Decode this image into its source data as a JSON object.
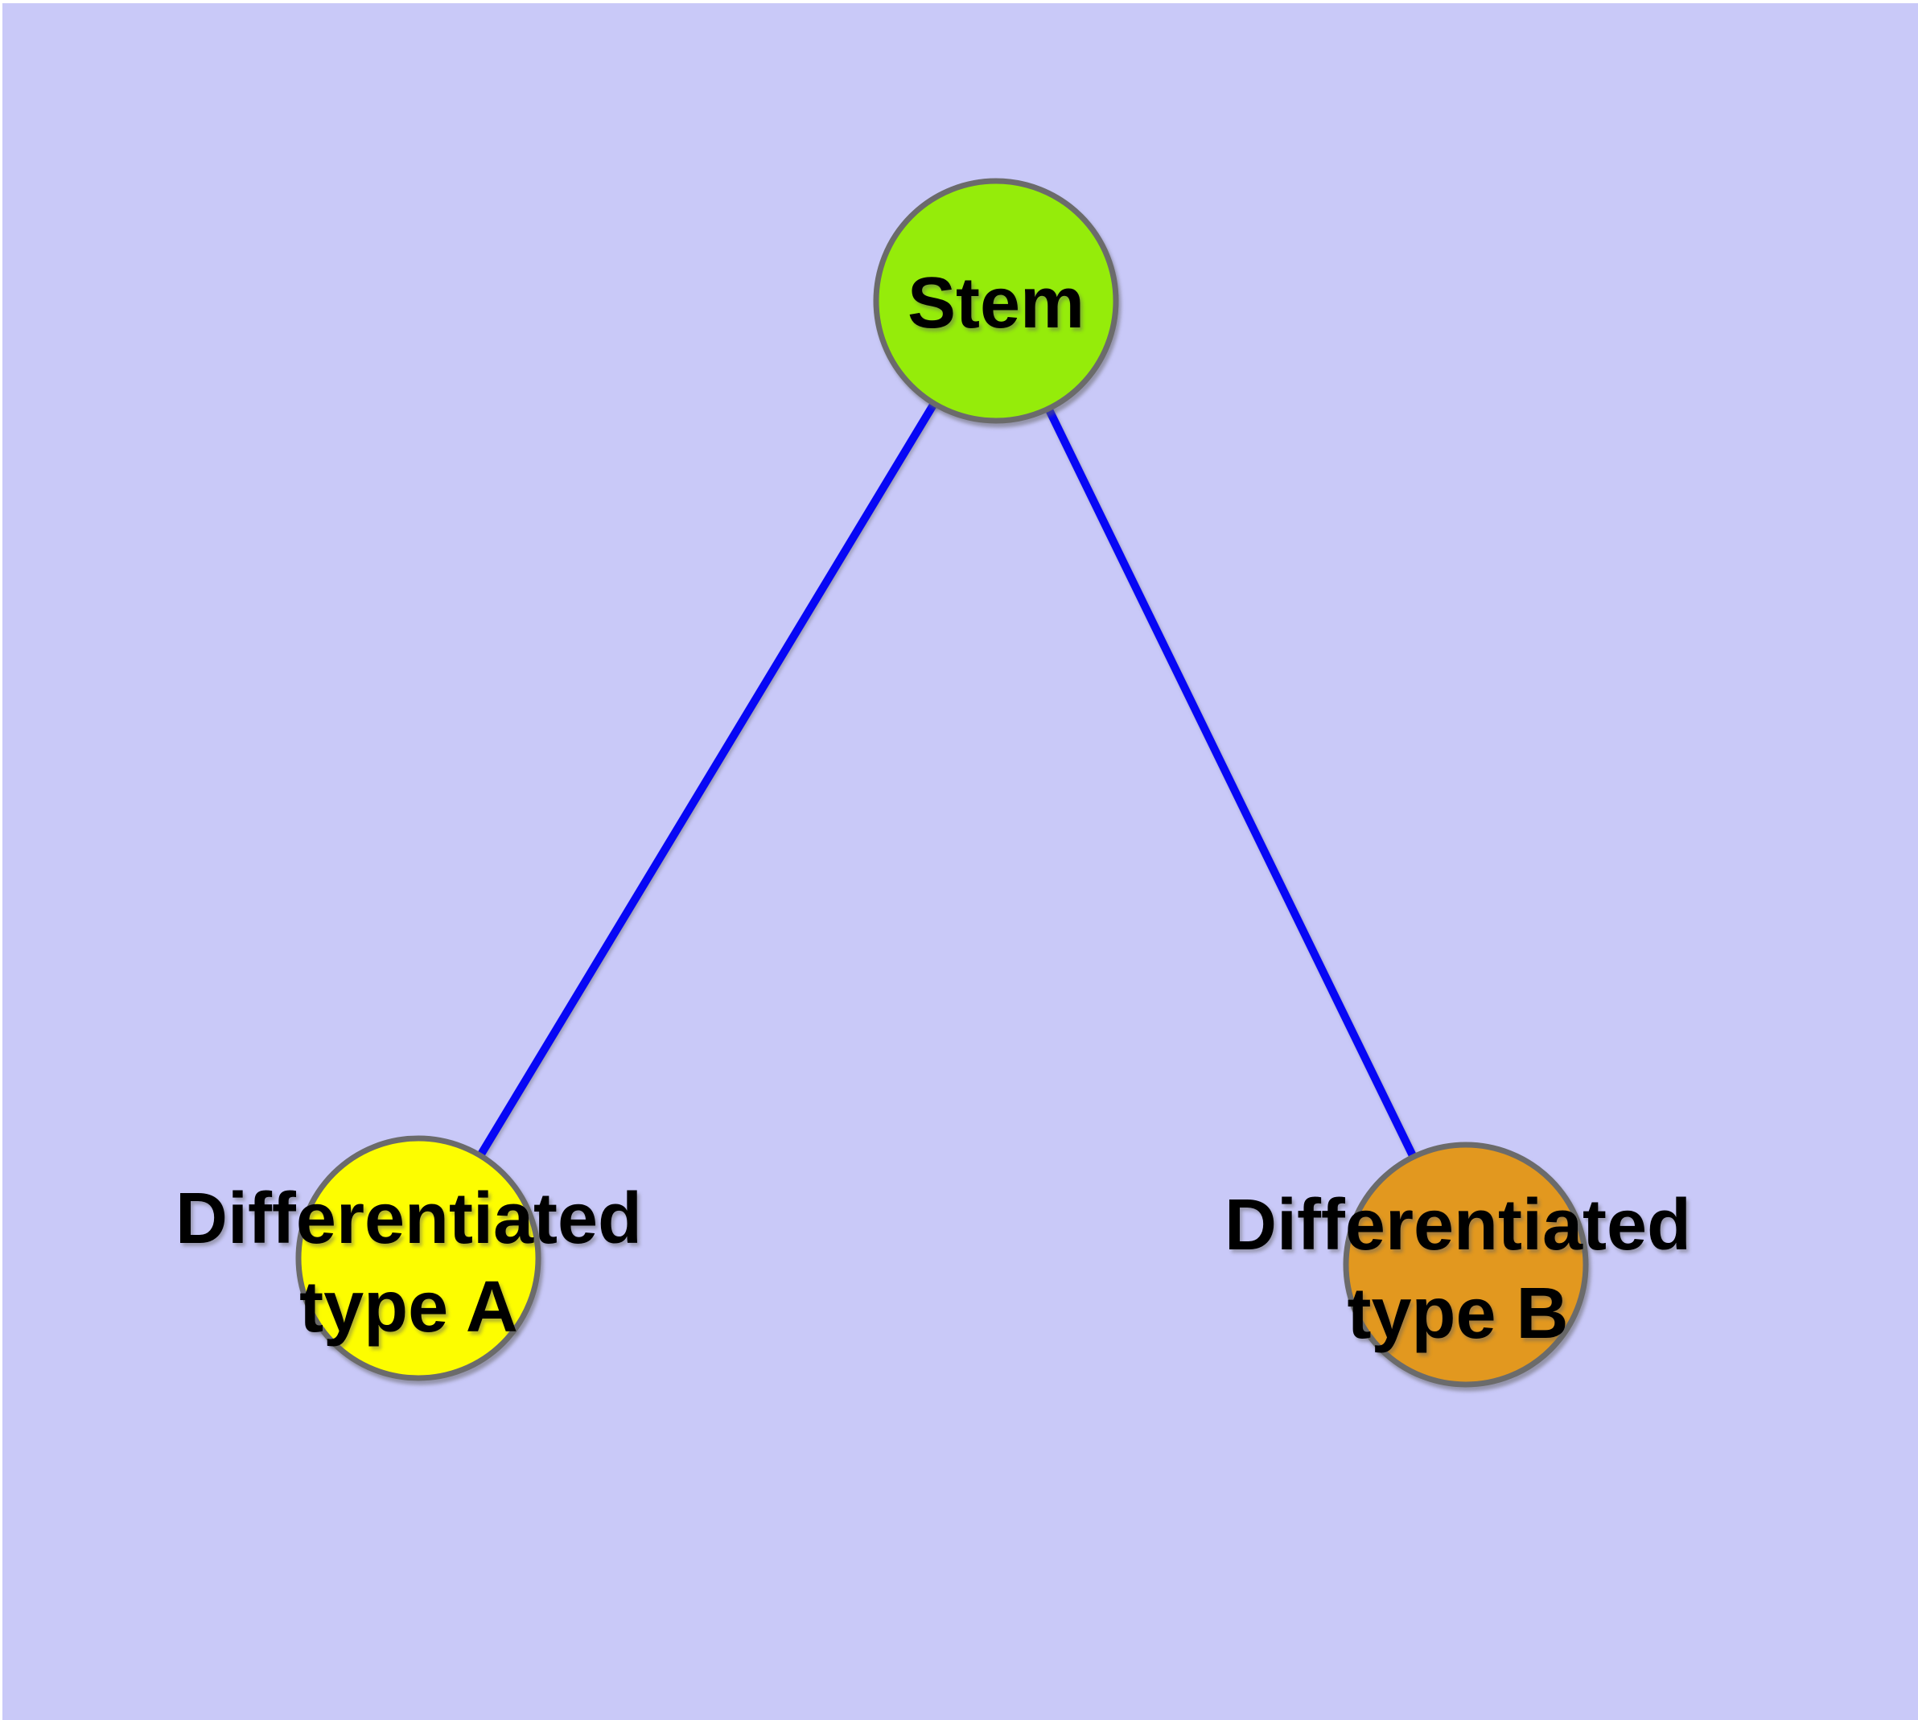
{
  "canvas": {
    "background_color": "#c9c9f8",
    "margin_color": "#ffffff",
    "node_border_color": "#6b6b6b",
    "label_color": "#000000"
  },
  "edges": {
    "color": "#0707f5",
    "items": [
      {
        "from": "stem",
        "to": "type_a"
      },
      {
        "from": "stem",
        "to": "type_b"
      }
    ]
  },
  "nodes": {
    "stem": {
      "label": "Stem",
      "fill": "#95ec0a"
    },
    "type_a": {
      "lines": [
        "Differentiated",
        "type A"
      ],
      "fill": "#fdfd00"
    },
    "type_b": {
      "lines": [
        "Differentiated",
        "type B"
      ],
      "fill": "#e2981f"
    }
  }
}
